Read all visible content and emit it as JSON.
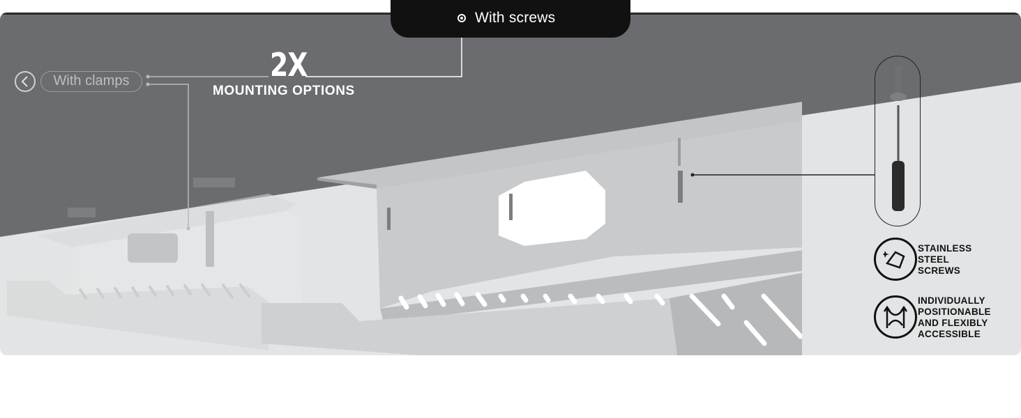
{
  "tab": {
    "label": "With screws"
  },
  "headline": {
    "main": "2X",
    "sub": "MOUNTING OPTIONS"
  },
  "clamps": {
    "label": "With clamps"
  },
  "features": [
    {
      "icon": "stainless-steel-screw-icon",
      "lines": [
        "STAINLESS",
        "STEEL",
        "SCREWS"
      ]
    },
    {
      "icon": "adjustable-arrows-icon",
      "lines": [
        "INDIVIDUALLY",
        "POSITIONABLE",
        "AND FLEXIBLY",
        "ACCESSIBLE"
      ]
    }
  ],
  "colors": {
    "dark_band": "#6b6c70",
    "light_band": "#e3e4e5",
    "tab": "#111111",
    "tray_metal": "#c9cacb"
  }
}
